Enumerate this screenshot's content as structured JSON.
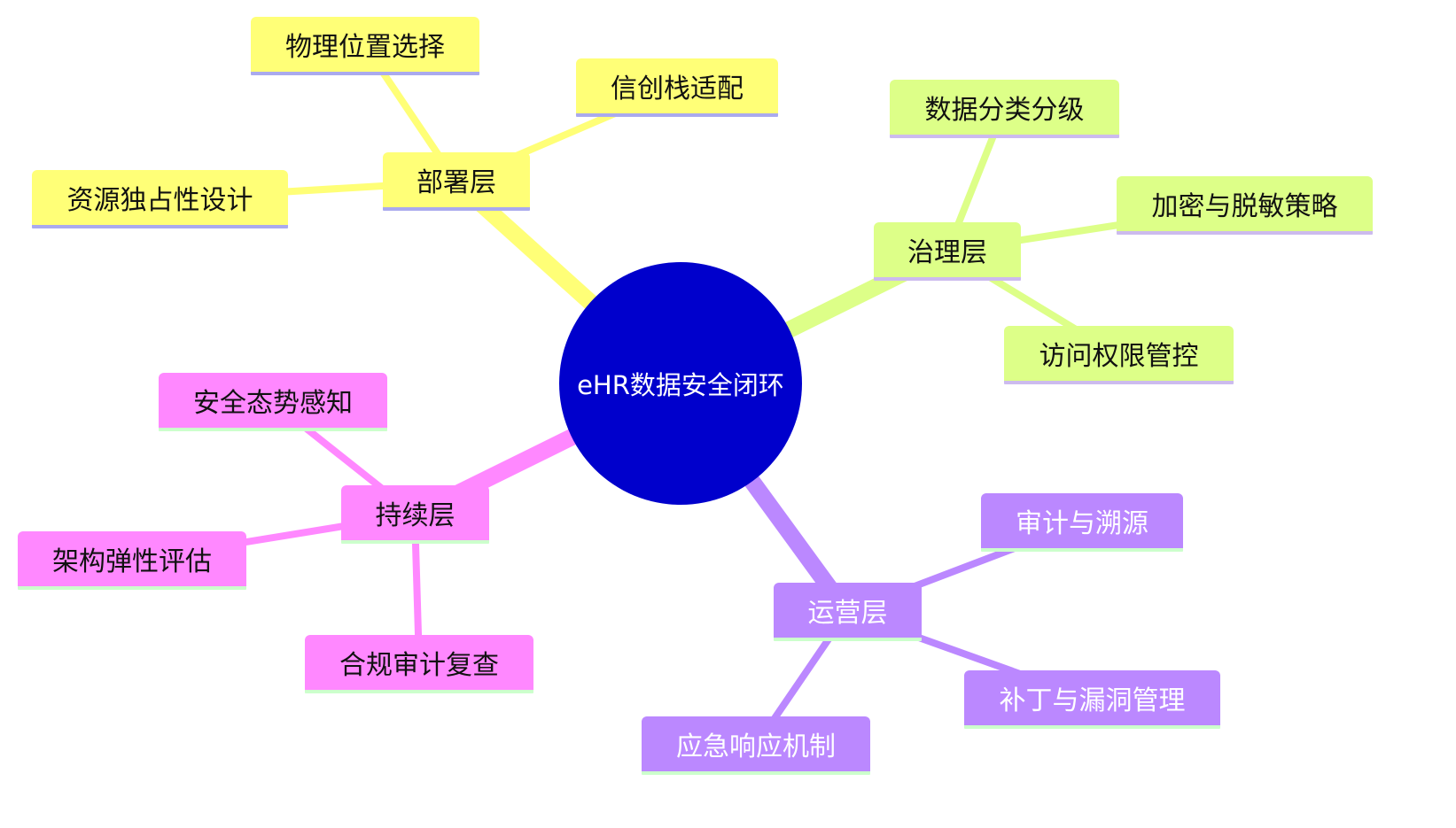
{
  "center": {
    "label": "eHR数据安全闭环"
  },
  "branches": [
    {
      "label": "部署层",
      "children": [
        "物理位置选择",
        "信创栈适配",
        "资源独占性设计"
      ]
    },
    {
      "label": "治理层",
      "children": [
        "数据分类分级",
        "加密与脱敏策略",
        "访问权限管控"
      ]
    },
    {
      "label": "运营层",
      "children": [
        "审计与溯源",
        "补丁与漏洞管理",
        "应急响应机制"
      ]
    },
    {
      "label": "持续层",
      "children": [
        "安全态势感知",
        "架构弹性评估",
        "合规审计复查"
      ]
    }
  ],
  "colors": {
    "center_fill": "#0000CC",
    "center_text": "#FFFFFF",
    "deploy_fill": "#FFFF77",
    "deploy_underline": "#AAAAEE",
    "governance_fill": "#DDFF88",
    "governance_underline": "#CCBBEE",
    "operations_fill": "#BB88FF",
    "operations_underline": "#CCFFCC",
    "operations_text": "#FFFFFF",
    "continuity_fill": "#FF88FF",
    "continuity_underline": "#CCFFCC"
  }
}
